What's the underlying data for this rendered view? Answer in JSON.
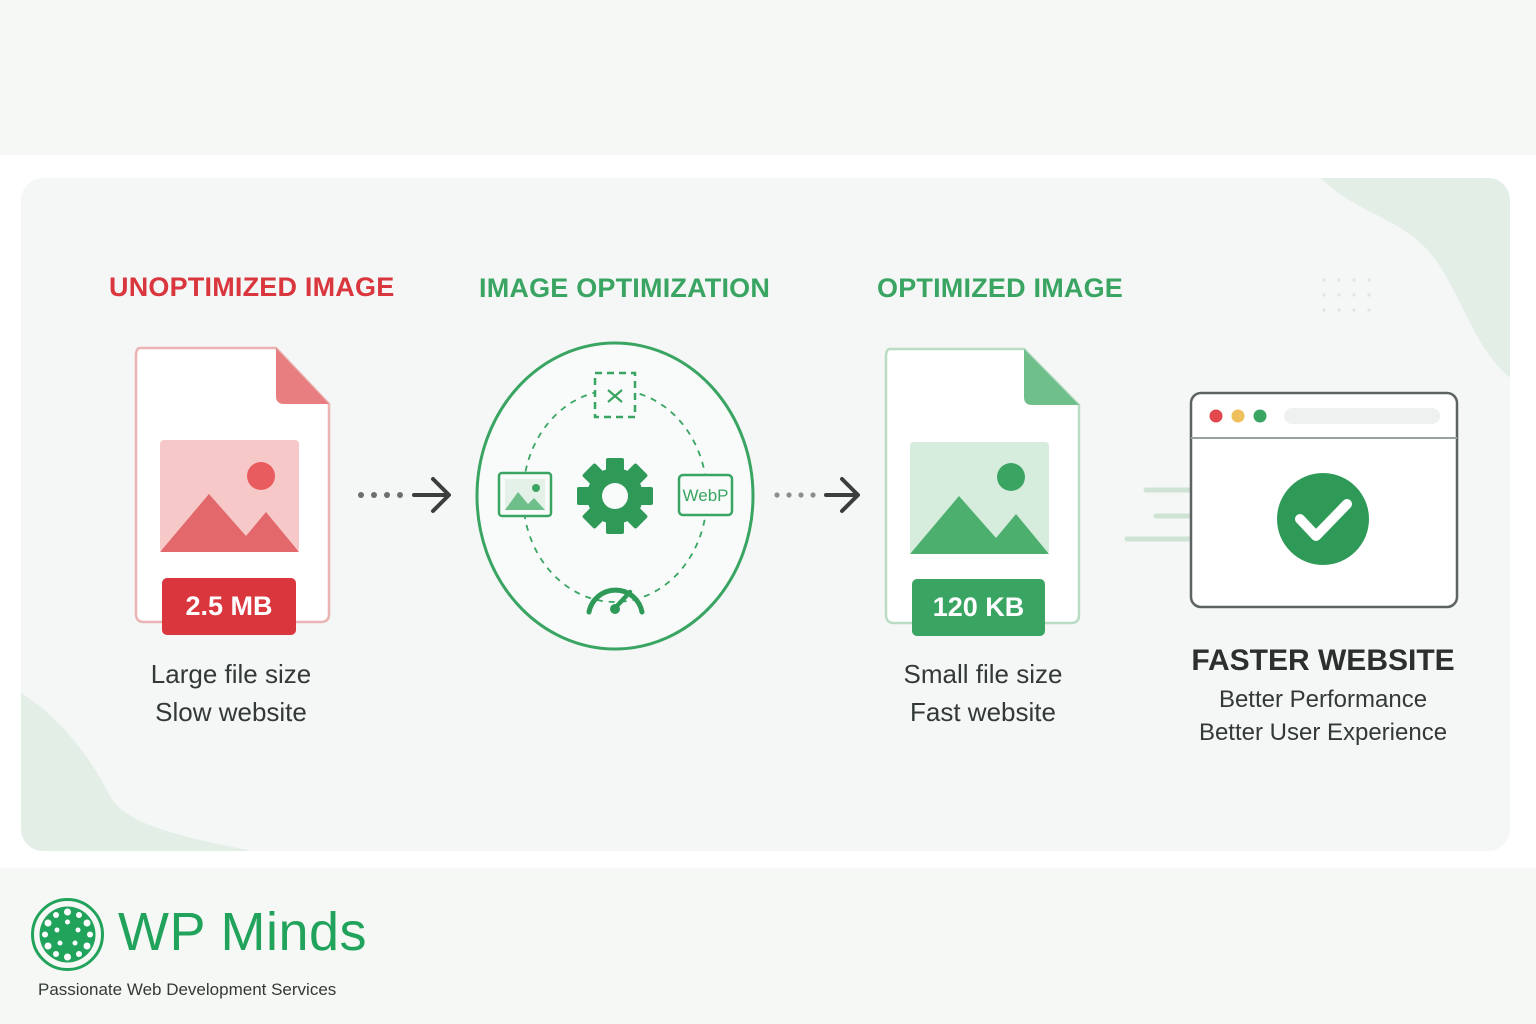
{
  "stages": {
    "unoptimized": {
      "heading": "UNOPTIMIZED IMAGE",
      "size": "2.5 MB",
      "captions": [
        "Large file size",
        "Slow website"
      ]
    },
    "optimization": {
      "heading": "IMAGE OPTIMIZATION",
      "format_label": "WebP"
    },
    "optimized": {
      "heading": "OPTIMIZED IMAGE",
      "size": "120 KB",
      "captions": [
        "Small file size",
        "Fast website"
      ]
    },
    "result": {
      "title": "FASTER WEBSITE",
      "lines": [
        "Better Performance",
        "Better User Experience"
      ]
    }
  },
  "brand": {
    "name": "WP Minds",
    "tagline": "Passionate Web Development Services"
  },
  "colors": {
    "red": "#d9363e",
    "green": "#3aa563",
    "brand_green": "#21a35b",
    "text": "#333a36"
  },
  "icons": [
    "file-icon",
    "image-icon",
    "arrow-right-icon",
    "gear-icon",
    "resize-icon",
    "webp-icon",
    "speedometer-icon",
    "browser-window-icon",
    "checkmark-icon",
    "speed-lines-icon",
    "logo-icon"
  ]
}
